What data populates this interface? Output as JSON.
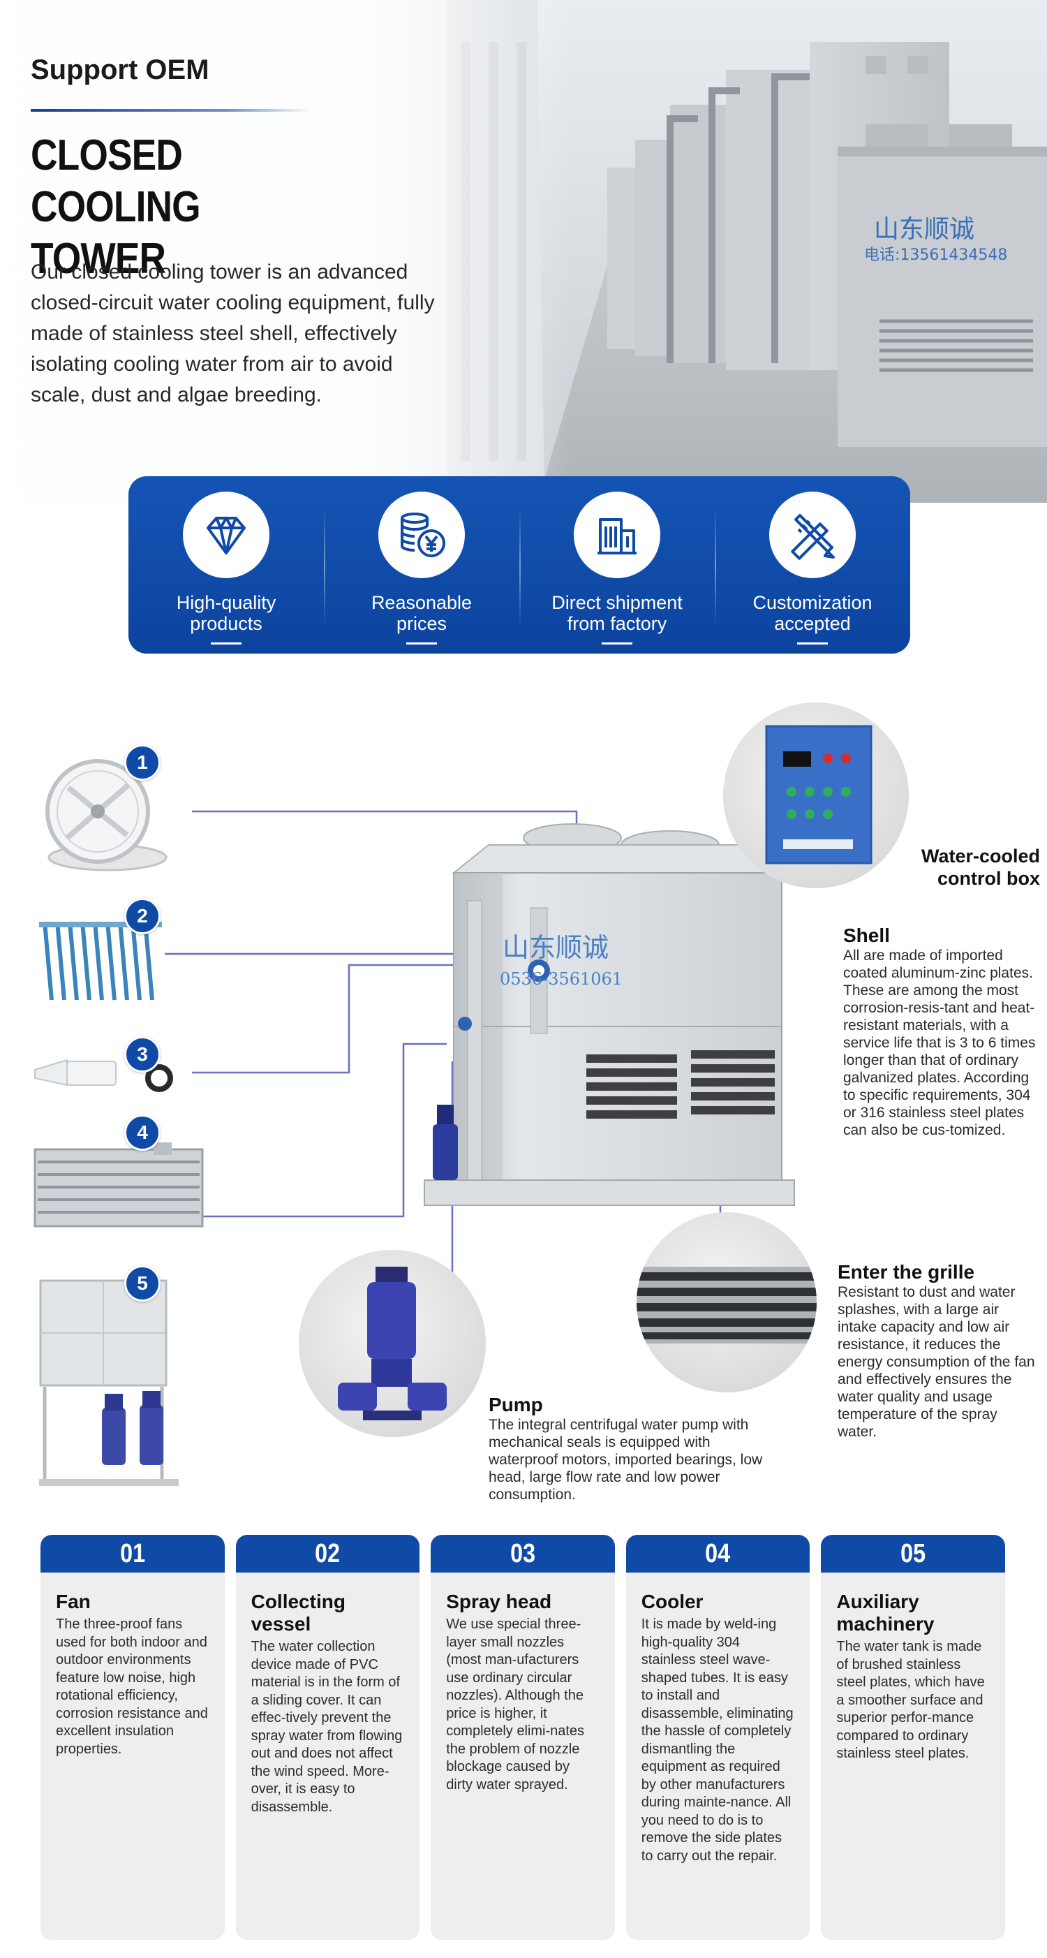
{
  "hero": {
    "eyebrow": "Support OEM",
    "title": "CLOSED COOLING TOWER",
    "description": "Our closed cooling tower is an advanced closed-circuit water cooling equipment, fully made of stainless steel shell, effectively isolating cooling water from air to avoid scale, dust and algae breeding.",
    "photo_sign_cn": "山东顺诚",
    "photo_sign_phone": "电话:13561434548"
  },
  "features": [
    {
      "icon": "diamond-icon",
      "line1": "High-quality",
      "line2": "products"
    },
    {
      "icon": "coins-yen-icon",
      "line1": "Reasonable",
      "line2": "prices"
    },
    {
      "icon": "factory-building-icon",
      "line1": "Direct shipment",
      "line2": "from factory"
    },
    {
      "icon": "ruler-pencil-icon",
      "line1": "Customization",
      "line2": "accepted"
    }
  ],
  "diagram": {
    "badges": [
      "1",
      "2",
      "3",
      "4",
      "5"
    ],
    "tower_sign_cn": "山东顺诚",
    "tower_sign_phone": "0536-3561061",
    "control_box": {
      "line1": "Water-cooled",
      "line2": "control box"
    },
    "shell": {
      "title": "Shell",
      "text": "All are made of imported coated aluminum-zinc plates. These are among the most corrosion-resis-tant and heat-resistant materials, with a service life that is 3 to 6 times longer than that of ordinary galvanized plates. According to specific requirements, 304 or 316 stainless steel plates can also be cus-tomized."
    },
    "grille": {
      "title": "Enter the grille",
      "text": "Resistant to dust and water splashes, with a large air intake capacity and low air resistance, it reduces the energy consumption of the fan and effectively ensures the water quality and usage temperature of the spray water."
    },
    "pump": {
      "title": "Pump",
      "text": "The integral centrifugal water pump with mechanical seals is equipped with waterproof motors, imported bearings, low head, large flow rate and low power consumption."
    }
  },
  "cards": [
    {
      "number": "01",
      "title": "Fan",
      "text": "The three-proof fans used for both indoor and outdoor environments feature low noise, high rotational efficiency, corrosion resistance and excellent insulation properties."
    },
    {
      "number": "02",
      "title": "Collecting vessel",
      "text": "The water collection device made of PVC material is in the form of a sliding cover. It can effec-tively prevent the spray water from flowing out and does not affect the wind speed. More-over, it is easy to disassemble."
    },
    {
      "number": "03",
      "title": "Spray head",
      "text": "We use special three-layer small nozzles (most man-ufacturers use ordinary circular nozzles). Although the price is higher, it completely elimi-nates the problem of nozzle blockage caused by dirty water sprayed."
    },
    {
      "number": "04",
      "title": "Cooler",
      "text": "It is made by weld-ing high-quality 304 stainless steel wave-shaped tubes. It is easy to install and disassemble, eliminating the hassle of completely dismantling the equipment as required by other manufacturers during mainte-nance. All you need to do is to remove the side plates to carry out the repair."
    },
    {
      "number": "05",
      "title": "Auxiliary machinery",
      "text": "The water tank is made of brushed stainless steel plates, which have a smoother surface and superior perfor-mance compared to ordinary stainless steel plates."
    }
  ],
  "colors": {
    "brand_blue": "#0f4aa7",
    "card_bg": "#eeeeee",
    "line_purple": "#6a6fc0"
  }
}
